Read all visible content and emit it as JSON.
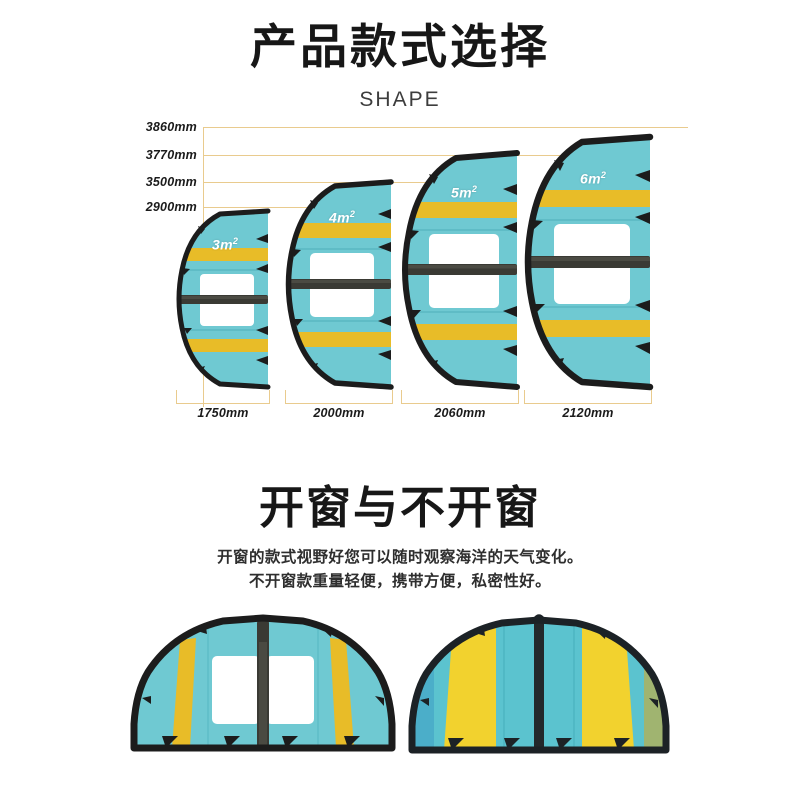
{
  "section1": {
    "title": "产品款式选择",
    "subtitle": "SHAPE"
  },
  "chart_data": {
    "type": "bar",
    "title": "产品款式选择",
    "subtitle": "SHAPE",
    "xlabel": "",
    "ylabel": "",
    "grid": true,
    "legend": null,
    "categories": [
      "3m²",
      "4m²",
      "5m²",
      "6m²"
    ],
    "height_labels": [
      "2900mm",
      "3500mm",
      "3770mm",
      "3860mm"
    ],
    "width_labels": [
      "1750mm",
      "2000mm",
      "2060mm",
      "2120mm"
    ],
    "series": [
      {
        "name": "高度 (mm)",
        "values": [
          2900,
          3500,
          3770,
          3860
        ]
      },
      {
        "name": "宽度 (mm)",
        "values": [
          1750,
          2000,
          2060,
          2120
        ]
      }
    ],
    "items": [
      {
        "area": "3m",
        "area_sup": "2",
        "height": "2900mm",
        "width": "1750mm"
      },
      {
        "area": "4m",
        "area_sup": "2",
        "height": "3500mm",
        "width": "2000mm"
      },
      {
        "area": "5m",
        "area_sup": "2",
        "height": "3770mm",
        "width": "2060mm"
      },
      {
        "area": "6m",
        "area_sup": "2",
        "height": "3860mm",
        "width": "2120mm"
      }
    ],
    "axis_ticks_top_to_bottom": [
      "3860mm",
      "3770mm",
      "3500mm",
      "2900mm"
    ]
  },
  "section2": {
    "title": "开窗与不开窗",
    "desc_line1": "开窗的款式视野好您可以随时观察海洋的天气变化。",
    "desc_line2": "不开窗款重量轻便，携带方便，私密性好。"
  },
  "colors": {
    "teal": "#6FC9D2",
    "teal_dark": "#55B6C2",
    "yellow": "#E8BC28",
    "edge_black": "#1C1C1C",
    "grid_tan": "#E9CB8E",
    "window_white": "#FFFFFF",
    "strut_dark": "#2E2E2A",
    "text_dark": "#171717"
  }
}
